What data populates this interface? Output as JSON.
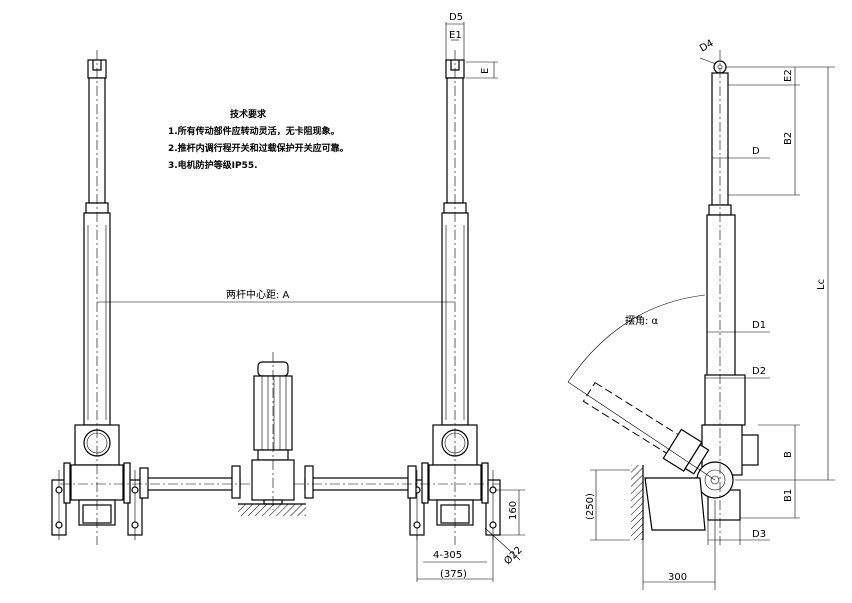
{
  "notes": {
    "title": "技术要求",
    "items": [
      "1.所有传动部件应转动灵活，无卡阻现象。",
      "2.推杆内调行程开关和过载保护开关应可靠。",
      "3.电机防护等级IP55."
    ]
  },
  "labels": {
    "center_distance": "两杆中心距: A",
    "swing_angle": "摆角: α",
    "d5": "D5",
    "e1": "E1",
    "e": "E",
    "d4": "D4",
    "e2": "E2",
    "b2": "B2",
    "d": "D",
    "lc": "Lc",
    "d1": "D1",
    "d2": "D2",
    "b": "B",
    "b1": "B1",
    "d3": "D3",
    "w300": "300",
    "h250": "(250)",
    "w305": "4-305",
    "w375": "(375)",
    "h160": "160",
    "phi22": "Ø22"
  }
}
